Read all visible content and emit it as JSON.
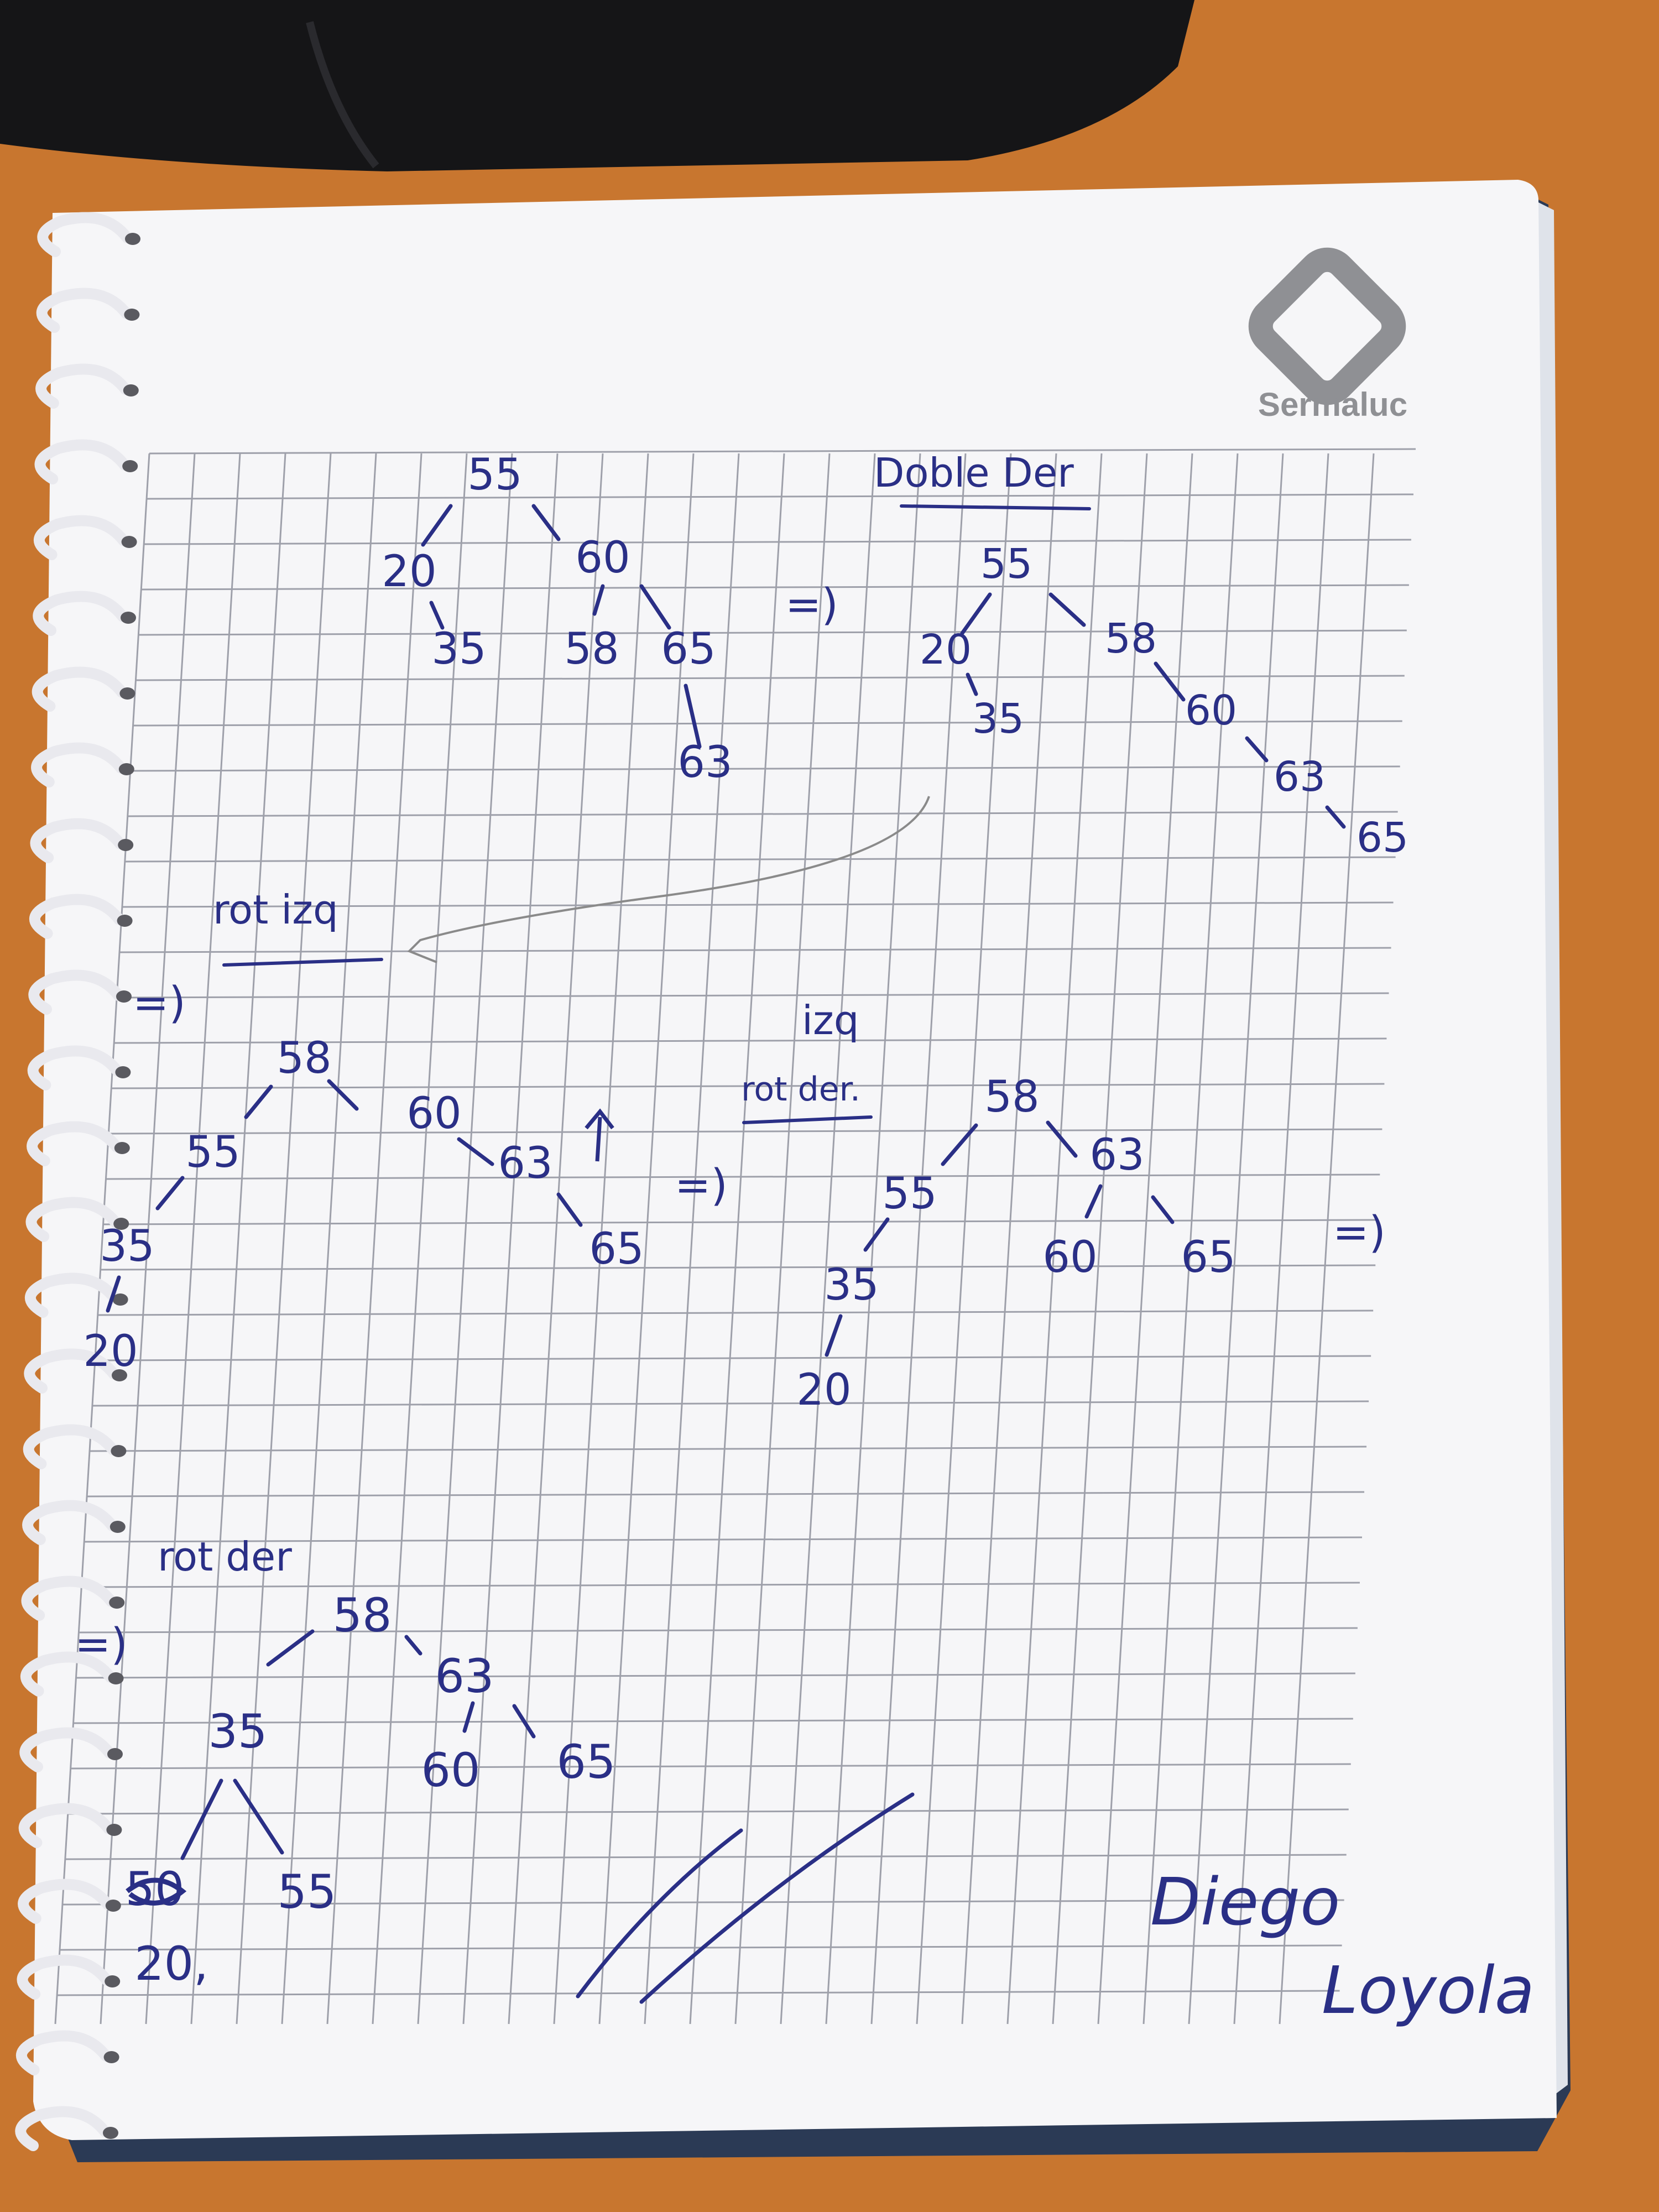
{
  "brand": {
    "name": "Sermaluc"
  },
  "colors": {
    "desk": "#c8762f",
    "paper": "#f6f6f8",
    "grid": "#9ea0aa",
    "ink": "#2a2f86",
    "pencil": "#8a8a8a",
    "logo": "#8f9094",
    "bag": "#151517"
  },
  "annotations": {
    "doble_der": "Doble Der",
    "rot_izq_1": "rot izq",
    "izq_2": "izq",
    "rot_der_2": "rot der.",
    "rot_der_3": "rot der",
    "arrow": "=)"
  },
  "trees": {
    "t1": [
      "55",
      "20",
      "60",
      "35",
      "58",
      "65",
      "63"
    ],
    "t2": [
      "55",
      "20",
      "58",
      "35",
      "60",
      "63",
      "65"
    ],
    "t3": [
      "58",
      "55",
      "60",
      "35",
      "63",
      "20",
      "65"
    ],
    "t4": [
      "58",
      "55",
      "63",
      "35",
      "60",
      "65",
      "20"
    ],
    "t5": [
      "58",
      "35",
      "63",
      "60",
      "65",
      "50",
      "55",
      "20,"
    ]
  },
  "signature": {
    "first": "Diego",
    "last": "Loyola"
  }
}
